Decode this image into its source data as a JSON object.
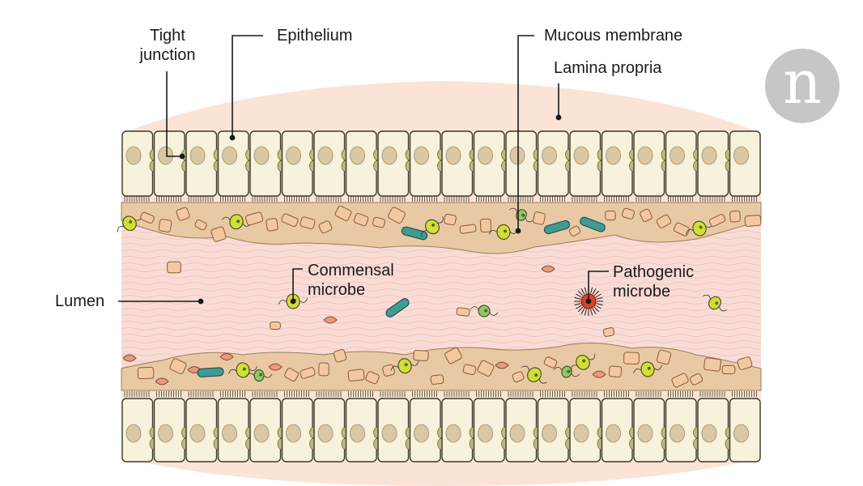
{
  "labels": {
    "tight_junction": "Tight\njunction",
    "epithelium": "Epithelium",
    "mucous_membrane": "Mucous membrane",
    "lamina_propria": "Lamina propria",
    "commensal_microbe": "Commensal\nmicrobe",
    "pathogenic_microbe": "Pathogenic\nmicrobe",
    "lumen": "Lumen"
  },
  "logo_letter": "n",
  "colors": {
    "background": "#ffffff",
    "lamina_propria": "#fbe3d6",
    "lumen": "#f9dcd6",
    "lumen_waves": "#efb3ac",
    "mucus": "#e8c9a4",
    "cell_fill": "#f7f2dc",
    "cell_outline": "#3a3a2a",
    "nucleus": "#d9c8a3",
    "tight_junction": "#b8bb7e",
    "commensal_yellow": "#d4dc3a",
    "commensal_green": "#8fc76a",
    "commensal_teal": "#3f9b93",
    "food_particle": "#f2c8a0",
    "pathogen_red": "#d9402a",
    "logo_gray": "#c6c6c6"
  }
}
